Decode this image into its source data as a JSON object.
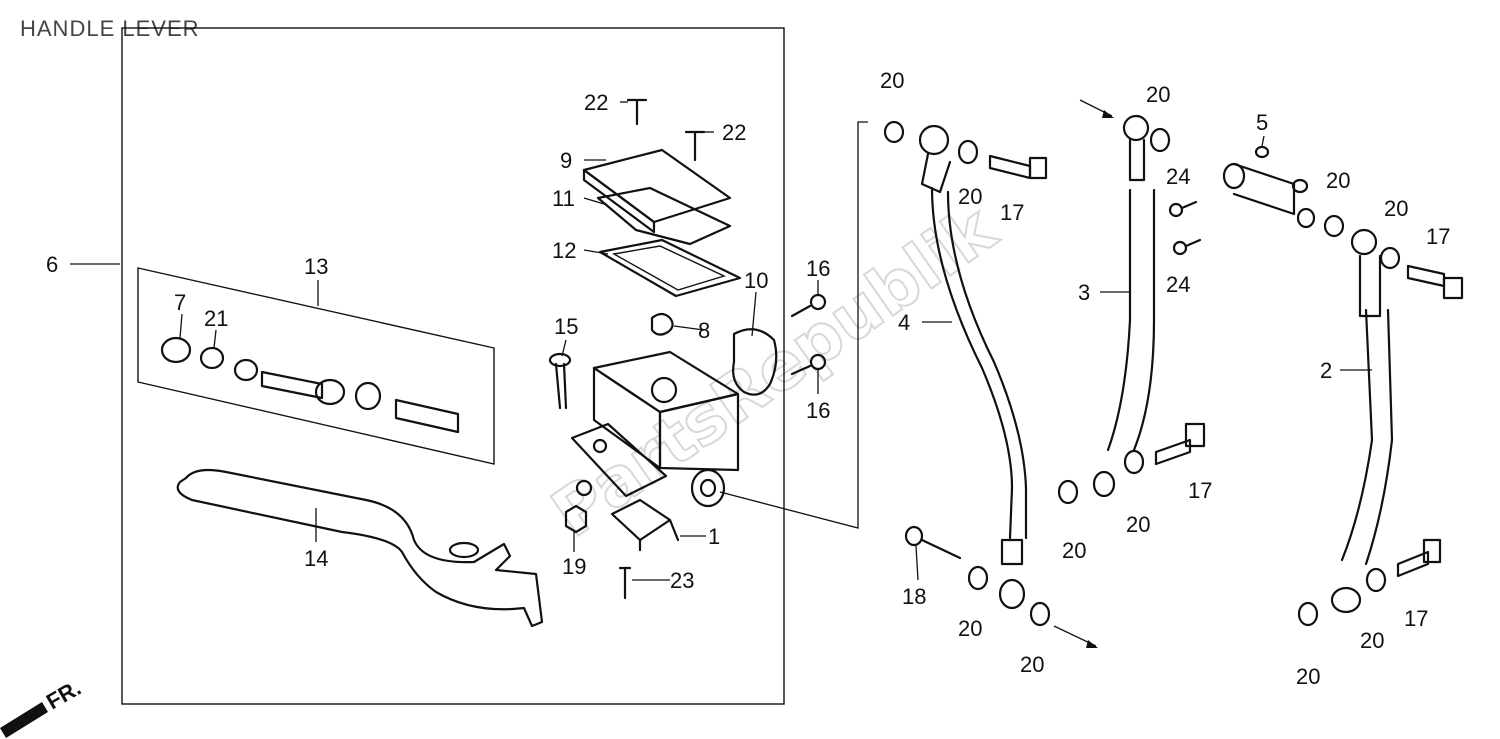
{
  "title": "HANDLE LEVER",
  "watermark": "PartsRepublik",
  "direction_label": "FR.",
  "part_numbers": {
    "p1": "1",
    "p2": "2",
    "p3": "3",
    "p4": "4",
    "p5": "5",
    "p6": "6",
    "p7": "7",
    "p8": "8",
    "p9": "9",
    "p10": "10",
    "p11": "11",
    "p12": "12",
    "p13": "13",
    "p14": "14",
    "p15": "15",
    "p16": "16",
    "p17": "17",
    "p18": "18",
    "p19": "19",
    "p20": "20",
    "p21": "21",
    "p22": "22",
    "p23": "23",
    "p24": "24"
  }
}
